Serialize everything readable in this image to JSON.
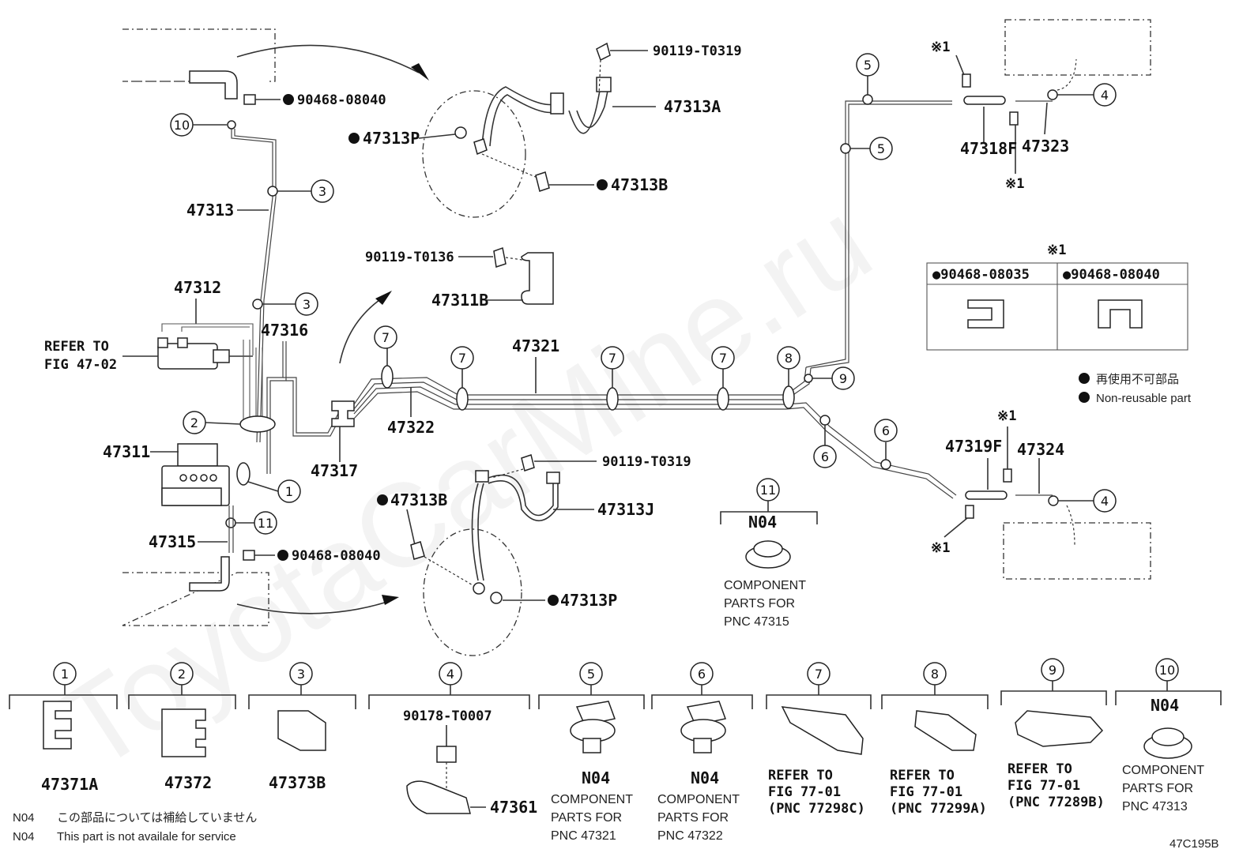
{
  "watermark": "ToyotaCarMine.ru",
  "figure_code": "47C195B",
  "legend": {
    "non_reusable_jp": "再使用不可部品",
    "non_reusable_en": "Non-reusable part"
  },
  "notes": {
    "code": "N04",
    "line_jp": "この部品については補給していません",
    "line_en": "This part is not availale for service"
  },
  "table_x1": {
    "marker": "※1",
    "col1": "●90468-08035",
    "col2": "●90468-08040"
  },
  "part_labels": {
    "p90119_t0319_top": "90119-T0319",
    "p47313A": "47313A",
    "p47313P_top": "47313P",
    "p47313B_top": "47313B",
    "p90468_08040_top": "90468-08040",
    "p47313": "47313",
    "p90119_t0136": "90119-T0136",
    "p47311B": "47311B",
    "p47312": "47312",
    "refer_to": "REFER TO",
    "fig_4702": "FIG 47-02",
    "p47316": "47316",
    "p47321": "47321",
    "p47322": "47322",
    "p47311": "47311",
    "p47317": "47317",
    "p47315": "47315",
    "p90468_08040_bottom": "90468-08040",
    "p47313B_bottom": "47313B",
    "p90119_t0319_bottom": "90119-T0319",
    "p47313J": "47313J",
    "p47313P_bottom": "47313P",
    "p47318F": "47318F",
    "p47323": "47323",
    "p47319F": "47319F",
    "p47324": "47324",
    "x1": "※1"
  },
  "callouts": [
    "1",
    "2",
    "3",
    "4",
    "5",
    "6",
    "7",
    "8",
    "9",
    "10",
    "11"
  ],
  "n04_box": {
    "num": "11",
    "code": "N04",
    "line1": "COMPONENT",
    "line2": "PARTS FOR",
    "line3": "PNC 47315"
  },
  "bottom_row": [
    {
      "num": "1",
      "label": "47371A"
    },
    {
      "num": "2",
      "label": "47372"
    },
    {
      "num": "3",
      "label": "47373B"
    },
    {
      "num": "4",
      "label_top": "90178-T0007",
      "label": "47361"
    },
    {
      "num": "5",
      "code": "N04",
      "line1": "COMPONENT",
      "line2": "PARTS FOR",
      "line3": "PNC 47321"
    },
    {
      "num": "6",
      "code": "N04",
      "line1": "COMPONENT",
      "line2": "PARTS FOR",
      "line3": "PNC 47322"
    },
    {
      "num": "7",
      "line1": "REFER TO",
      "line2": "FIG 77-01",
      "line3": "(PNC 77298C)"
    },
    {
      "num": "8",
      "line1": "REFER TO",
      "line2": "FIG 77-01",
      "line3": "(PNC 77299A)"
    },
    {
      "num": "9",
      "line1": "REFER TO",
      "line2": "FIG 77-01",
      "line3": "(PNC 77289B)"
    },
    {
      "num": "10",
      "code": "N04",
      "line1": "COMPONENT",
      "line2": "PARTS FOR",
      "line3": "PNC 47313"
    }
  ]
}
